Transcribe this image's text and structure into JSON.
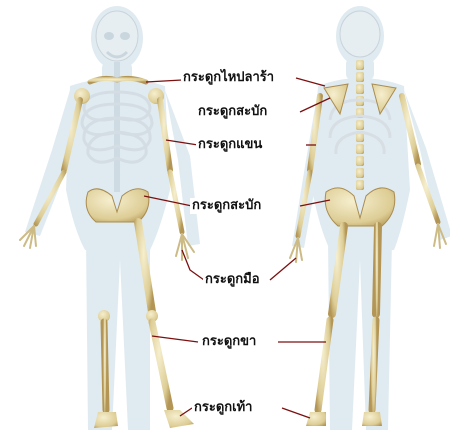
{
  "labels": {
    "collarbone": "กระดูกไหปลาร้า",
    "scapula_back": "กระดูกสะบัก",
    "arm": "กระดูกแขน",
    "pelvis": "กระดูกสะบัก",
    "hand": "กระดูกมือ",
    "leg": "กระดูกขา",
    "foot": "กระดูกเท้า"
  },
  "colors": {
    "bone": "#e2d6a6",
    "bone_shade": "#b89c5c",
    "body_ghost": "#dce8ef",
    "leader_line": "#7a1010",
    "text": "#111111"
  }
}
